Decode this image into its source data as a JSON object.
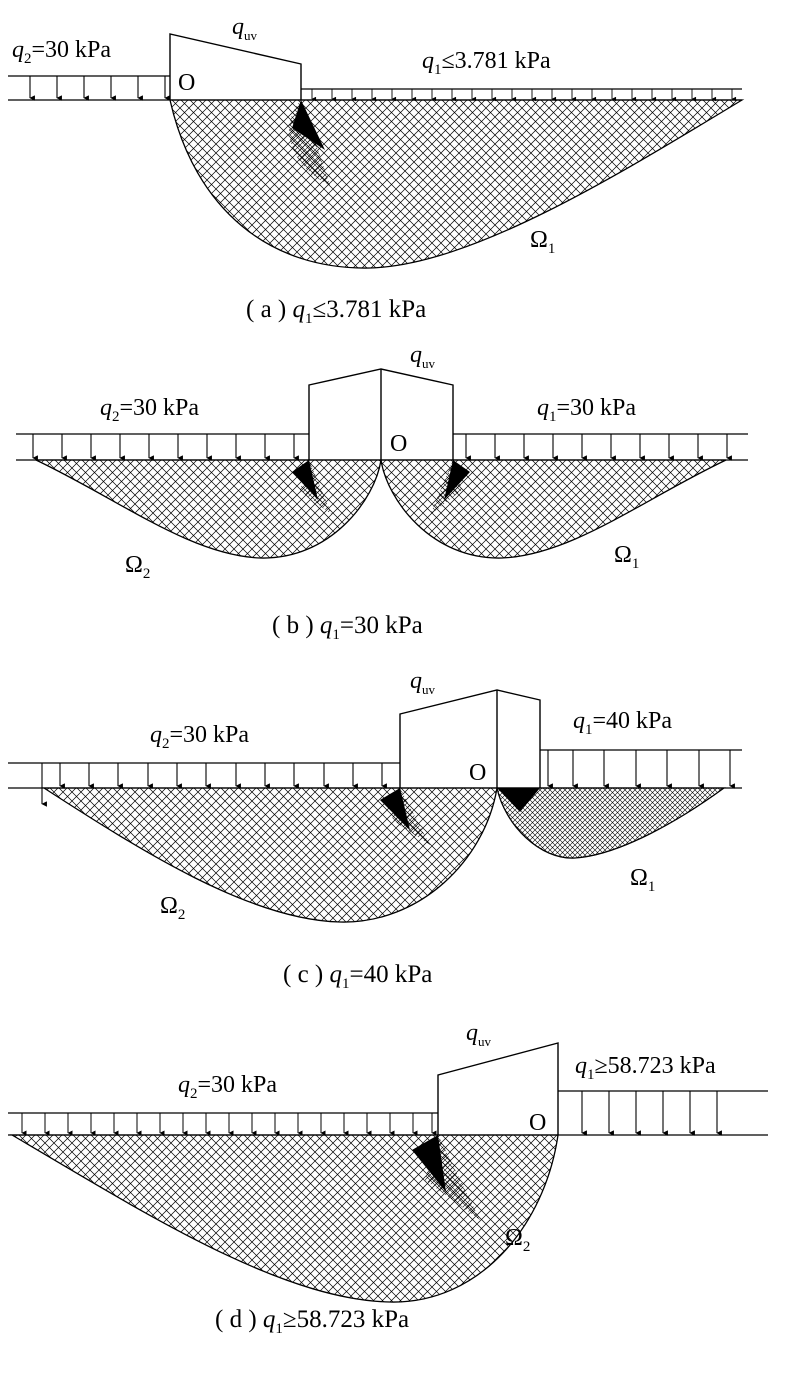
{
  "panels": [
    {
      "id": "a",
      "q2_label": {
        "sym": "q",
        "sub": "2",
        "rest": "=30 kPa"
      },
      "q1_label": {
        "sym": "q",
        "sub": "1",
        "rest": "≤3.781 kPa"
      },
      "quv_label": {
        "sym": "q",
        "sub": "uv"
      },
      "origin": "O",
      "regions": [
        {
          "sym": "Ω",
          "sub": "1"
        }
      ],
      "caption": {
        "prefix": "( a ) ",
        "sym": "q",
        "sub": "1",
        "rest": "≤3.781 kPa"
      }
    },
    {
      "id": "b",
      "q2_label": {
        "sym": "q",
        "sub": "2",
        "rest": "=30 kPa"
      },
      "q1_label": {
        "sym": "q",
        "sub": "1",
        "rest": "=30 kPa"
      },
      "quv_label": {
        "sym": "q",
        "sub": "uv"
      },
      "origin": "O",
      "regions": [
        {
          "sym": "Ω",
          "sub": "2"
        },
        {
          "sym": "Ω",
          "sub": "1"
        }
      ],
      "caption": {
        "prefix": "( b ) ",
        "sym": "q",
        "sub": "1",
        "rest": "=30 kPa"
      }
    },
    {
      "id": "c",
      "q2_label": {
        "sym": "q",
        "sub": "2",
        "rest": "=30 kPa"
      },
      "q1_label": {
        "sym": "q",
        "sub": "1",
        "rest": "=40 kPa"
      },
      "quv_label": {
        "sym": "q",
        "sub": "uv"
      },
      "origin": "O",
      "regions": [
        {
          "sym": "Ω",
          "sub": "2"
        },
        {
          "sym": "Ω",
          "sub": "1"
        }
      ],
      "caption": {
        "prefix": "( c ) ",
        "sym": "q",
        "sub": "1",
        "rest": "=40 kPa"
      }
    },
    {
      "id": "d",
      "q2_label": {
        "sym": "q",
        "sub": "2",
        "rest": "=30 kPa"
      },
      "q1_label": {
        "sym": "q",
        "sub": "1",
        "rest": "≥58.723 kPa"
      },
      "quv_label": {
        "sym": "q",
        "sub": "uv"
      },
      "origin": "O",
      "regions": [
        {
          "sym": "Ω",
          "sub": "2"
        }
      ],
      "caption": {
        "prefix": "( d ) ",
        "sym": "q",
        "sub": "1",
        "rest": "≥58.723 kPa"
      }
    }
  ]
}
